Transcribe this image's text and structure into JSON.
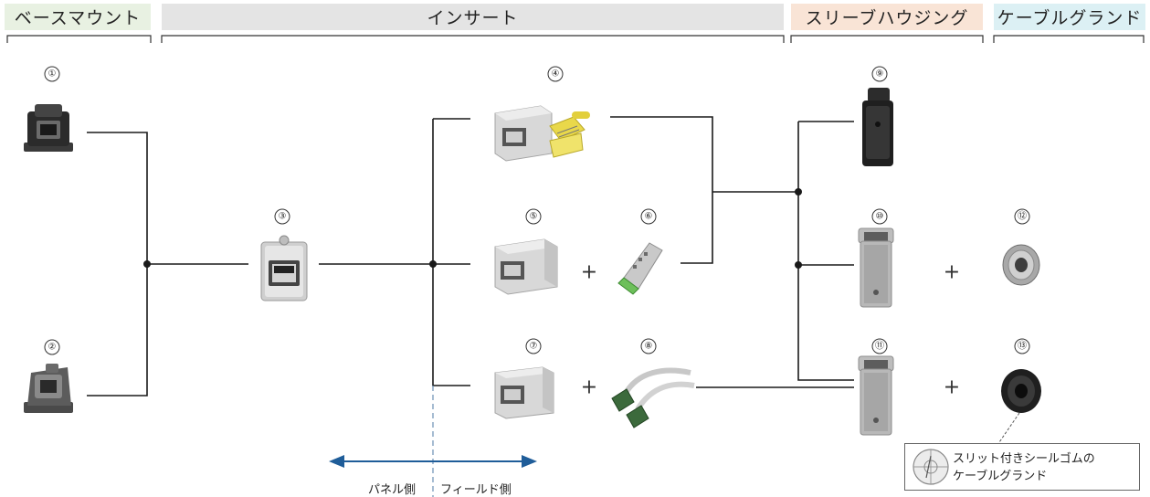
{
  "headers": {
    "base_mount": "ベースマウント",
    "insert": "インサート",
    "sleeve_housing": "スリーブハウジング",
    "cable_gland": "ケーブルグランド"
  },
  "colors": {
    "base_mount_bg": "#e8f1e2",
    "insert_bg": "#e4e4e4",
    "sleeve_housing_bg": "#f9e4d6",
    "cable_gland_bg": "#dcf0f4",
    "arrow": "#1f5d99",
    "line": "#1a1a1a"
  },
  "item_numbers": {
    "n1": "①",
    "n2": "②",
    "n3": "③",
    "n4": "④",
    "n5": "⑤",
    "n6": "⑥",
    "n7": "⑦",
    "n8": "⑧",
    "n9": "⑨",
    "n10": "⑩",
    "n11": "⑪",
    "n12": "⑫",
    "n13": "⑬"
  },
  "plus_sign": "+",
  "sides": {
    "panel": "パネル側",
    "field": "フィールド側"
  },
  "callout": {
    "line1": "スリット付きシールゴムの",
    "line2": "ケーブルグランド"
  },
  "icons": [
    "base-mount-straight-icon",
    "base-mount-angled-icon",
    "rj45-coupler-insert-icon",
    "rj45-insert-with-plug-icon",
    "rj45-insert-icon",
    "idc-connector-icon",
    "rj45-insert-patch-icon",
    "patch-cable-icon",
    "sleeve-housing-black-icon",
    "sleeve-housing-gray-icon",
    "sleeve-housing-gray-short-icon",
    "cable-gland-metal-icon",
    "cable-gland-black-icon",
    "seal-rubber-icon"
  ]
}
